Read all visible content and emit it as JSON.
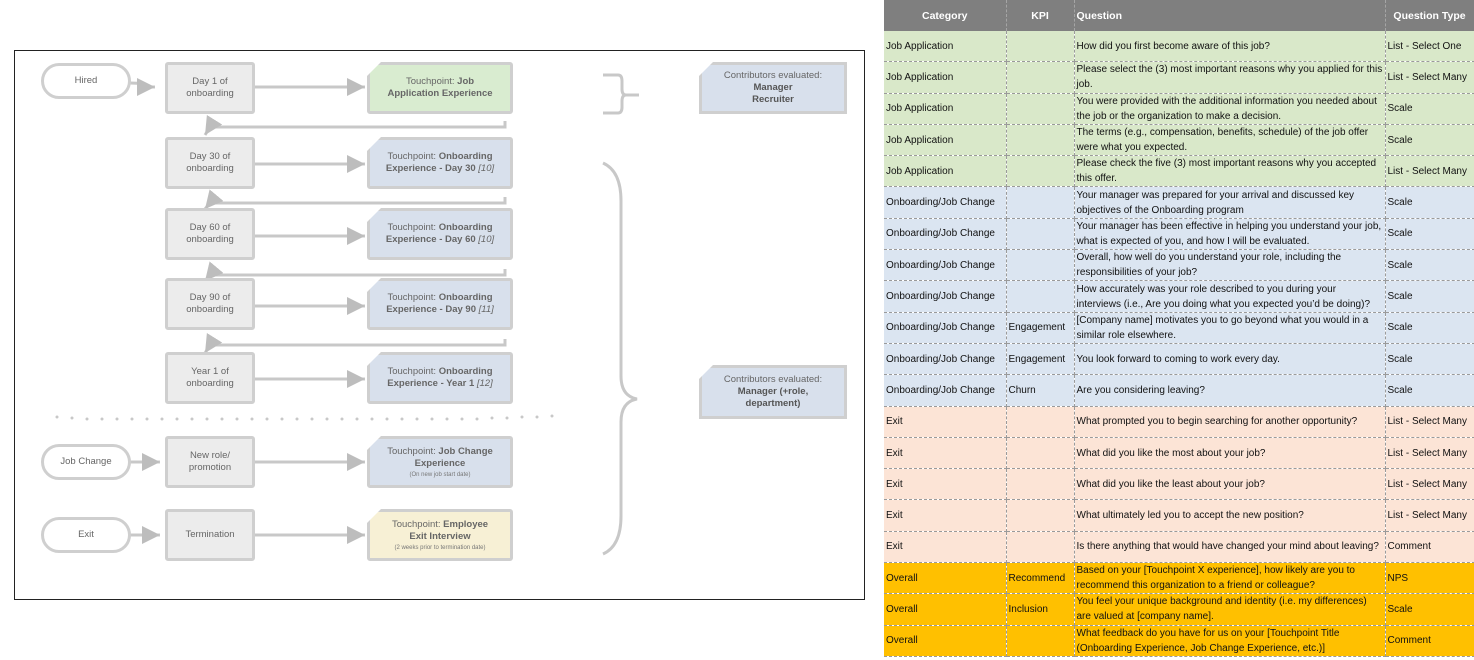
{
  "diagram": {
    "start_nodes": {
      "hired": "Hired",
      "job_change": "Job Change",
      "exit": "Exit"
    },
    "steps": {
      "day1": [
        "Day 1 of",
        "onboarding"
      ],
      "day30": [
        "Day 30 of",
        "onboarding"
      ],
      "day60": [
        "Day 60 of",
        "onboarding"
      ],
      "day90": [
        "Day 90 of",
        "onboarding"
      ],
      "year1": [
        "Year 1 of",
        "onboarding"
      ],
      "new_role": [
        "New role/",
        "promotion"
      ],
      "termination": "Termination"
    },
    "touchpoints": {
      "job_app": {
        "prefix": "Touchpoint: ",
        "bold1": "Job",
        "bold2": "Application Experience"
      },
      "day30": {
        "prefix": "Touchpoint: ",
        "bold1": "Onboarding",
        "bold2": "Experience - Day 30 ",
        "ital": "[10]"
      },
      "day60": {
        "prefix": "Touchpoint: ",
        "bold1": "Onboarding",
        "bold2": "Experience - Day 60 ",
        "ital": "[10]"
      },
      "day90": {
        "prefix": "Touchpoint: ",
        "bold1": "Onboarding",
        "bold2": "Experience - Day 90 ",
        "ital": "[11]"
      },
      "year1": {
        "prefix": "Touchpoint: ",
        "bold1": "Onboarding",
        "bold2": "Experience - Year 1 ",
        "ital": "[12]"
      },
      "job_change": {
        "prefix": "Touchpoint: ",
        "bold1": "Job Change",
        "bold2": "Experience",
        "note": "(On new job start date)"
      },
      "exit": {
        "prefix": "Touchpoint: ",
        "bold1": "Employee",
        "bold2": "Exit Interview",
        "note": "(2 weeks prior to termination date)"
      }
    },
    "contributors": {
      "top": {
        "label": "Contributors evaluated:",
        "line1": "Manager",
        "line2": "Recruiter"
      },
      "bottom": {
        "label": "Contributors evaluated:",
        "line1": "Manager (+role,",
        "line2": "department)"
      }
    },
    "colors": {
      "border": "#cfcfcf",
      "blue": "#d8e0ec",
      "green": "#d9ecd0",
      "cream": "#f7f0d5",
      "step": "#ececec"
    }
  },
  "table": {
    "headers": [
      "Category",
      "KPI",
      "Question",
      "Question Type"
    ],
    "rows": [
      {
        "category": "Job Application",
        "kpi": "",
        "question": "How did you first become aware of this job?",
        "type": "List - Select One",
        "group": "job"
      },
      {
        "category": "Job Application",
        "kpi": "",
        "question": "Please select the (3) most important reasons why you applied for this job.",
        "type": "List - Select Many",
        "group": "job"
      },
      {
        "category": "Job Application",
        "kpi": "",
        "question": "You were provided with the additional information you needed about the job or the organization to make a decision.",
        "type": "Scale",
        "group": "job"
      },
      {
        "category": "Job Application",
        "kpi": "",
        "question": "The terms (e.g., compensation, benefits, schedule) of the job offer were what you expected.",
        "type": "Scale",
        "group": "job"
      },
      {
        "category": "Job Application",
        "kpi": "",
        "question": "Please check the five (3) most important reasons why you accepted this offer.",
        "type": "List - Select Many",
        "group": "job"
      },
      {
        "category": "Onboarding/Job Change",
        "kpi": "",
        "question": "Your manager was prepared for your arrival and discussed key objectives of the Onboarding program",
        "type": "Scale",
        "group": "onb"
      },
      {
        "category": "Onboarding/Job Change",
        "kpi": "",
        "question": "Your manager has been effective in helping you understand your job, what is expected of you, and how I will be evaluated.",
        "type": "Scale",
        "group": "onb"
      },
      {
        "category": "Onboarding/Job Change",
        "kpi": "",
        "question": "Overall, how well do you understand your role, including the responsibilities of your job?",
        "type": "Scale",
        "group": "onb"
      },
      {
        "category": "Onboarding/Job Change",
        "kpi": "",
        "question": "How accurately was your role described to you during your interviews (i.e., Are you doing what you expected you’d be doing)?",
        "type": "Scale",
        "group": "onb"
      },
      {
        "category": "Onboarding/Job Change",
        "kpi": "Engagement",
        "question": "[Company name] motivates you to go beyond what you would in a similar role elsewhere.",
        "type": "Scale",
        "group": "onb"
      },
      {
        "category": "Onboarding/Job Change",
        "kpi": "Engagement",
        "question": "You look forward to coming to work every day.",
        "type": "Scale",
        "group": "onb"
      },
      {
        "category": "Onboarding/Job Change",
        "kpi": "Churn",
        "question": "Are you considering leaving?",
        "type": "Scale",
        "group": "onb"
      },
      {
        "category": "Exit",
        "kpi": "",
        "question": "What prompted you to begin searching for another opportunity?",
        "type": "List - Select Many",
        "group": "exit"
      },
      {
        "category": "Exit",
        "kpi": "",
        "question": "What did you like the most about your job?",
        "type": "List - Select Many",
        "group": "exit"
      },
      {
        "category": "Exit",
        "kpi": "",
        "question": "What did you like the least about your job?",
        "type": "List - Select Many",
        "group": "exit"
      },
      {
        "category": "Exit",
        "kpi": "",
        "question": "What ultimately led you to accept the new position?",
        "type": "List - Select Many",
        "group": "exit"
      },
      {
        "category": "Exit",
        "kpi": "",
        "question": "Is there anything that would have changed your mind about leaving?",
        "type": "Comment",
        "group": "exit"
      },
      {
        "category": "Overall",
        "kpi": "Recommend",
        "question": "Based on your [Touchpoint X experience], how likely are you to recommend this organization to a friend or colleague?",
        "type": "NPS",
        "group": "overall"
      },
      {
        "category": "Overall",
        "kpi": "Inclusion",
        "question": "You feel your unique background and identity (i.e. my differences) are valued at [company name].",
        "type": "Scale",
        "group": "overall"
      },
      {
        "category": "Overall",
        "kpi": "",
        "question": "What feedback do you have for us on your [Touchpoint Title (Onboarding Experience, Job Change Experience, etc.)]",
        "type": "Comment",
        "group": "overall"
      }
    ],
    "colors": {
      "header": "#7f7f7f",
      "job": "#d9e8c9",
      "onb": "#dbe5f1",
      "exit": "#fce4d6",
      "overall": "#ffc000"
    }
  }
}
